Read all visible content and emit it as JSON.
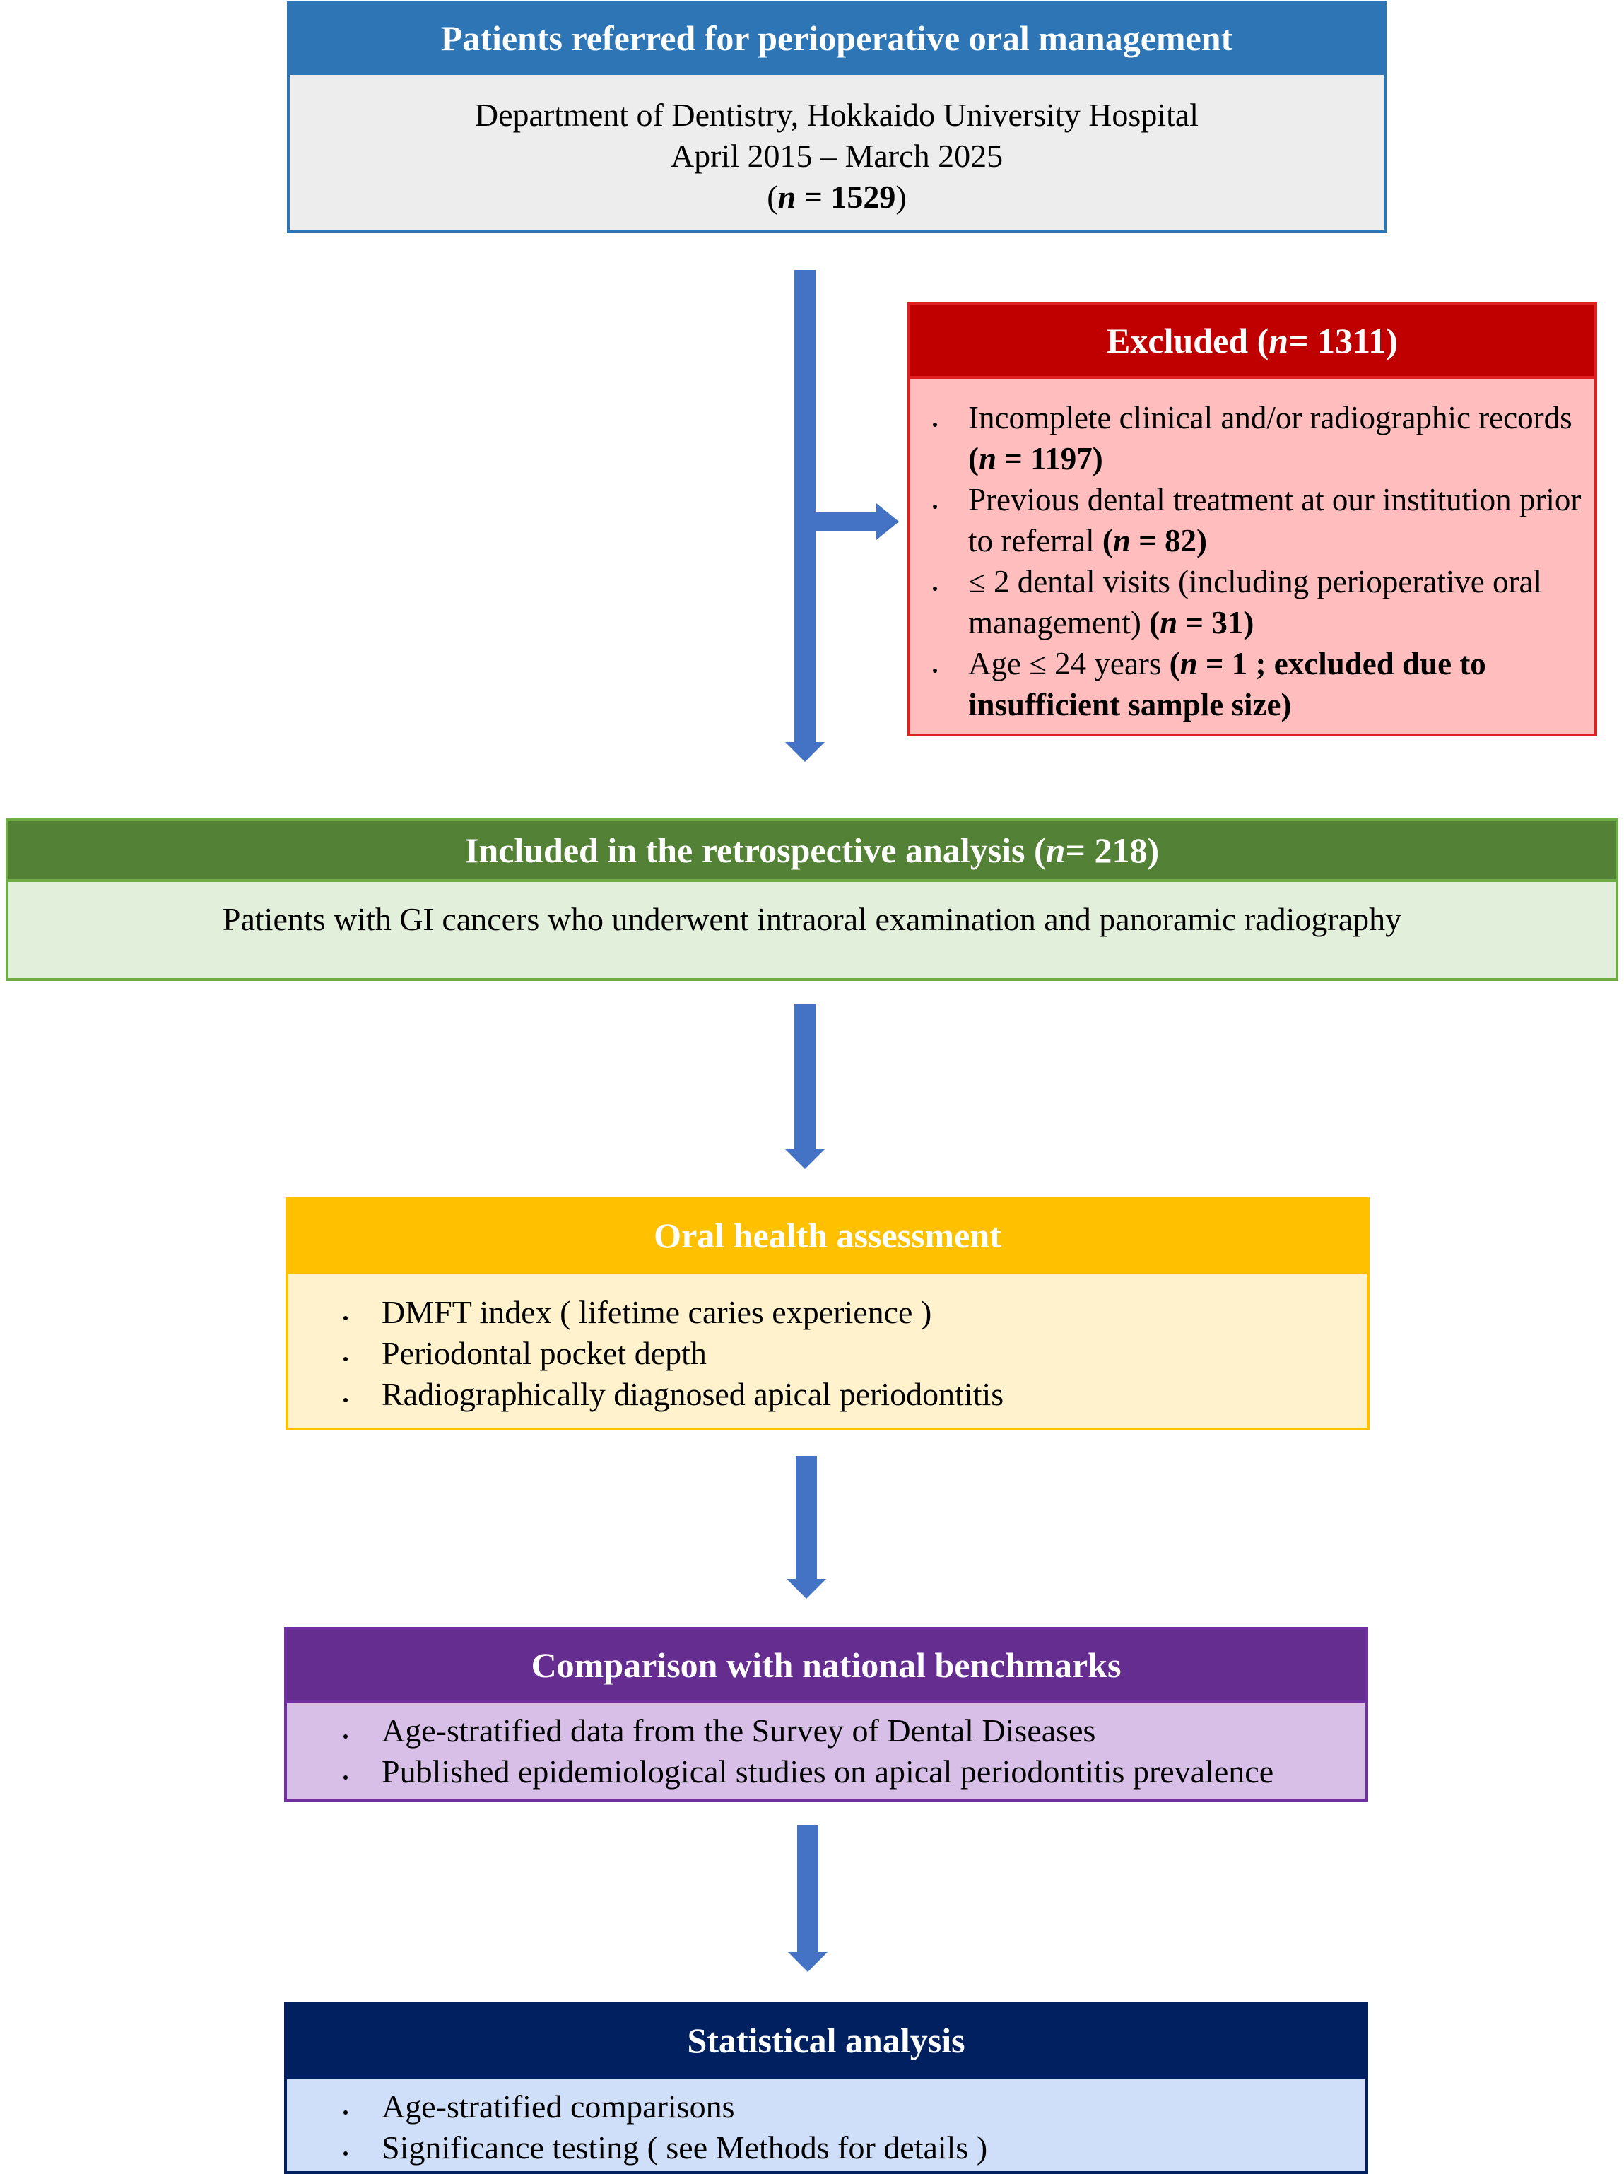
{
  "boxes": {
    "referred": {
      "title": "Patients referred for perioperative oral management",
      "line1": "Department of Dentistry, Hokkaido University Hospital",
      "line2": "April 2015 – March 2025",
      "n_prefix": "(",
      "n_var": "n",
      "n_value": " = 1529",
      "n_suffix": ")"
    },
    "excluded": {
      "title_prefix": "Excluded (",
      "title_var": "n",
      "title_value": " = 1311)",
      "items": [
        {
          "text": "Incomplete clinical and/or radiographic records ",
          "b_open": "(",
          "b_var": "n",
          "b_rest": " = 1197)"
        },
        {
          "text": "Previous dental treatment at our institution prior to referral ",
          "b_open": "(",
          "b_var": "n",
          "b_rest": " = 82)"
        },
        {
          "text": "≤ 2 dental visits (including perioperative oral management) ",
          "b_open": "(",
          "b_var": "n",
          "b_rest": " = 31)"
        },
        {
          "text": "Age ≤ 24 years ",
          "b_open": "(",
          "b_var": "n",
          "b_rest": " = 1 ; excluded due to insufficient sample size)"
        }
      ]
    },
    "included": {
      "title_prefix": "Included in the retrospective analysis (",
      "title_var": "n",
      "title_value": " = 218)",
      "description": "Patients with GI cancers who underwent intraoral examination and panoramic radiography"
    },
    "oral_health": {
      "title": "Oral health assessment",
      "items": [
        "DMFT index  ( lifetime caries experience )",
        "Periodontal pocket depth",
        "Radiographically diagnosed apical periodontitis"
      ]
    },
    "comparison": {
      "title": "Comparison with national benchmarks",
      "items": [
        "Age-stratified data from the Survey of Dental Diseases",
        "Published epidemiological studies on apical periodontitis prevalence"
      ]
    },
    "statistical": {
      "title": "Statistical analysis",
      "items": [
        "Age-stratified comparisons",
        "Significance testing  ( see Methods for details )"
      ]
    }
  },
  "colors": {
    "arrow": "#4472C4",
    "referred_header": "#2E75B6",
    "excluded_header": "#C00000",
    "included_header": "#538135",
    "oral_header": "#FFC000",
    "comparison_header": "#642D8F",
    "statistical_header": "#002060"
  }
}
